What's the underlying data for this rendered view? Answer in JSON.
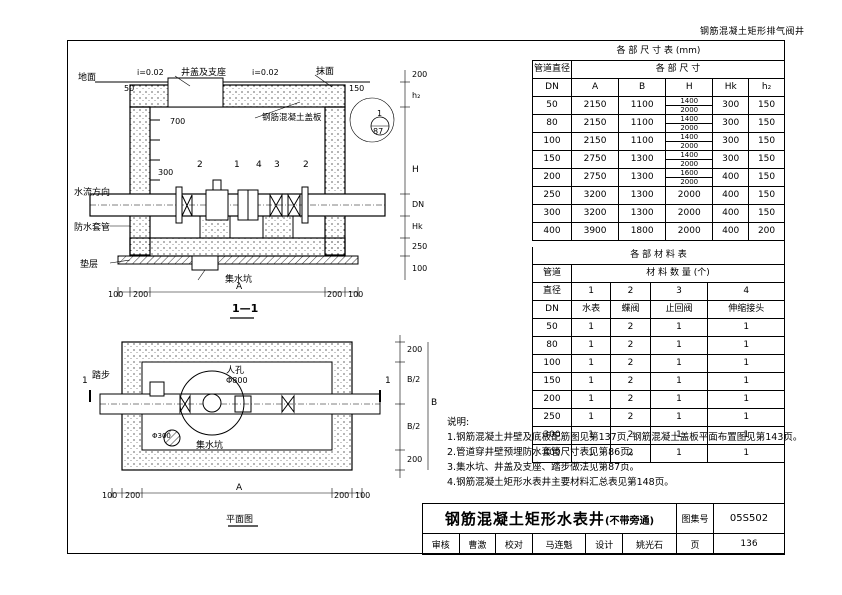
{
  "header_title": "钢筋混凝土矩形排气阀井",
  "section_view": {
    "labels": {
      "ground": "地面",
      "slope_left": "i=0.02",
      "slope_right": "i=0.02",
      "cover_support": "井盖及支座",
      "plaster": "抹面",
      "rc_slab": "钢筋混凝土盖板",
      "flow_dir": "水流方向",
      "waterproof_sleeve": "防水套管",
      "cushion": "垫层",
      "sump": "集水坑",
      "section_name": "1—1",
      "ref_top": "1",
      "ref_bottom": "87"
    },
    "part_numbers": [
      "2",
      "1",
      "4",
      "3",
      "2"
    ],
    "dims": {
      "d50": "50",
      "d150": "150",
      "d700": "700",
      "d300": "300",
      "d200_top": "200",
      "h2": "h₂",
      "H": "H",
      "DN": "DN",
      "Hk": "Hk",
      "d250": "250",
      "d100_side": "100",
      "bottom": [
        "100",
        "200",
        "A",
        "200",
        "100"
      ]
    }
  },
  "plan_view": {
    "labels": {
      "step": "踏步",
      "manhole": "人孔",
      "manhole_dia": "Φ800",
      "sump": "集水坑",
      "sump_dia": "Φ300",
      "section_mark_left": "1",
      "section_mark_right": "1",
      "view_name": "平面图"
    },
    "dims": {
      "right": [
        "200",
        "B/2",
        "B/2",
        "200"
      ],
      "B": "B",
      "bottom": [
        "100",
        "200",
        "A",
        "200",
        "100"
      ]
    }
  },
  "dim_table": {
    "title": "各 部 尺 寸 表",
    "unit": "(mm)",
    "header_pipe": "管道直径",
    "header_group": "各    部    尺    寸",
    "sub_dn": "DN",
    "columns": [
      "A",
      "B",
      "H",
      "Hk",
      "h₂"
    ],
    "rows": [
      {
        "dn": "50",
        "a": "2150",
        "b": "1100",
        "h": [
          "1400",
          "2000"
        ],
        "hk": "300",
        "h2": "150"
      },
      {
        "dn": "80",
        "a": "2150",
        "b": "1100",
        "h": [
          "1400",
          "2000"
        ],
        "hk": "300",
        "h2": "150"
      },
      {
        "dn": "100",
        "a": "2150",
        "b": "1100",
        "h": [
          "1400",
          "2000"
        ],
        "hk": "300",
        "h2": "150"
      },
      {
        "dn": "150",
        "a": "2750",
        "b": "1300",
        "h": [
          "1400",
          "2000"
        ],
        "hk": "300",
        "h2": "150"
      },
      {
        "dn": "200",
        "a": "2750",
        "b": "1300",
        "h": [
          "1600",
          "2000"
        ],
        "hk": "400",
        "h2": "150"
      },
      {
        "dn": "250",
        "a": "3200",
        "b": "1300",
        "h": [
          "2000"
        ],
        "hk": "400",
        "h2": "150"
      },
      {
        "dn": "300",
        "a": "3200",
        "b": "1300",
        "h": [
          "2000"
        ],
        "hk": "400",
        "h2": "150"
      },
      {
        "dn": "400",
        "a": "3900",
        "b": "1800",
        "h": [
          "2000"
        ],
        "hk": "400",
        "h2": "200"
      }
    ]
  },
  "mat_table": {
    "title": "各 部 材 料 表",
    "header_pipe_1": "管道",
    "header_pipe_2": "直径",
    "sub_dn": "DN",
    "header_group": "材 料 数 量  (个)",
    "col_nums": [
      "1",
      "2",
      "3",
      "4"
    ],
    "col_names": [
      "水表",
      "蝶阀",
      "止回阀",
      "伸缩接头"
    ],
    "rows": [
      {
        "dn": "50",
        "v": [
          "1",
          "2",
          "1",
          "1"
        ]
      },
      {
        "dn": "80",
        "v": [
          "1",
          "2",
          "1",
          "1"
        ]
      },
      {
        "dn": "100",
        "v": [
          "1",
          "2",
          "1",
          "1"
        ]
      },
      {
        "dn": "150",
        "v": [
          "1",
          "2",
          "1",
          "1"
        ]
      },
      {
        "dn": "200",
        "v": [
          "1",
          "2",
          "1",
          "1"
        ]
      },
      {
        "dn": "250",
        "v": [
          "1",
          "2",
          "1",
          "1"
        ]
      },
      {
        "dn": "300",
        "v": [
          "1",
          "2",
          "1",
          "1"
        ]
      },
      {
        "dn": "400",
        "v": [
          "1",
          "2",
          "1",
          "1"
        ]
      }
    ]
  },
  "notes": {
    "heading": "说明:",
    "items": [
      "1.钢筋混凝土井壁及底板配筋图见第137页, 钢筋混凝土盖板平面布置图见第143页。",
      "2.管道穿井壁预埋防水套管尺寸表见第86页。",
      "3.集水坑、井盖及支座、踏步做法见第87页。",
      "4.钢筋混凝土矩形水表井主要材料汇总表见第148页。"
    ]
  },
  "title_block": {
    "title": "钢筋混凝土矩形水表井",
    "subtitle": "(不带旁通)",
    "atlas_label": "图集号",
    "atlas_no": "05S502",
    "review_label": "审核",
    "review_name": "曹激",
    "check_label": "校对",
    "check_name": "马连魁",
    "design_label": "设计",
    "design_name": "姚光石",
    "page_label": "页",
    "page_no": "136"
  }
}
